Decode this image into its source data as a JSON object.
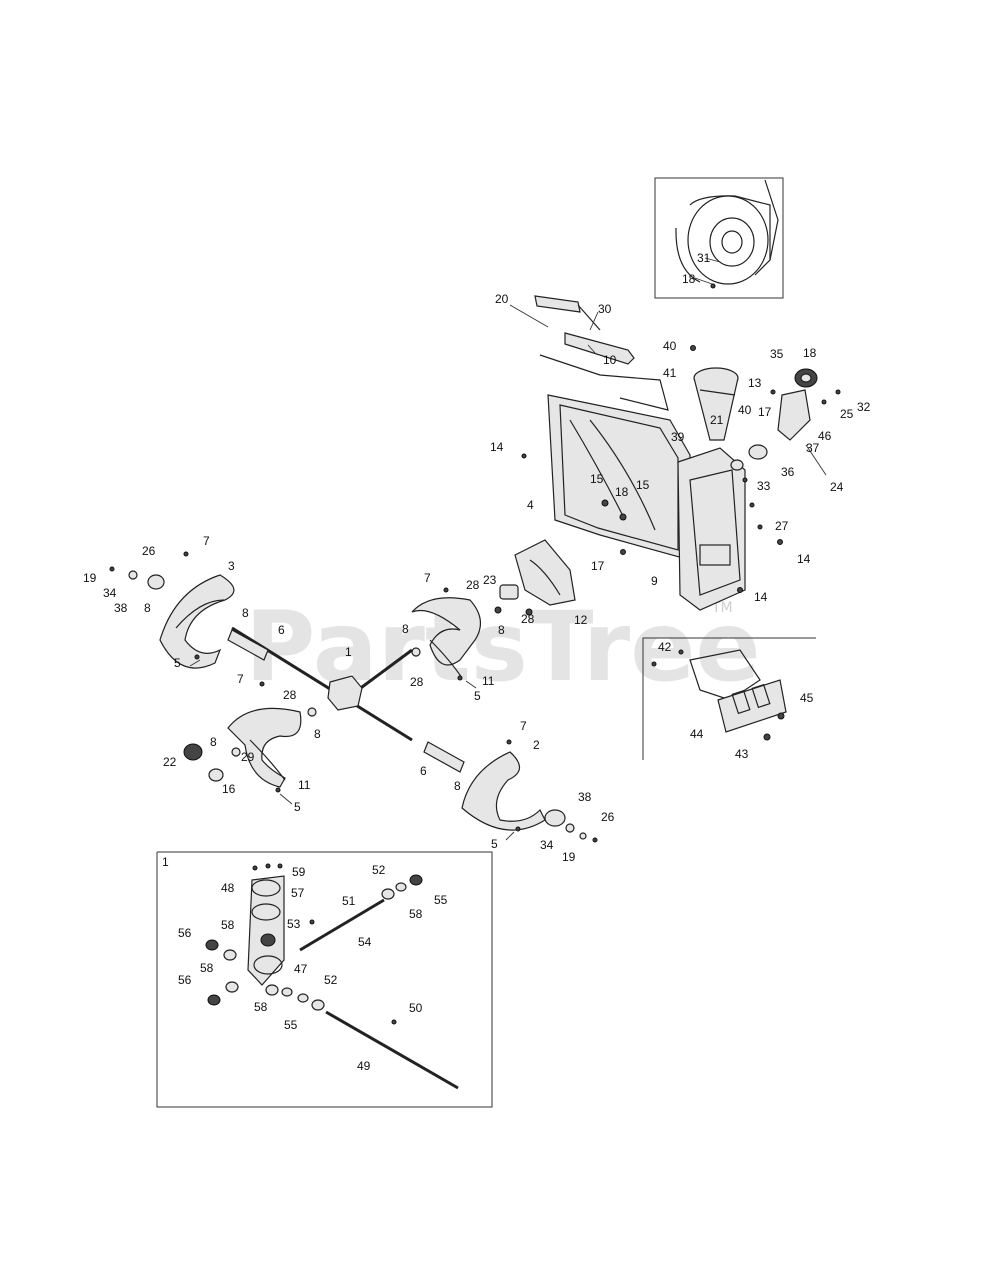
{
  "watermark": {
    "text": "PartsTree",
    "trademark": "TM"
  },
  "inset_box_label": "1",
  "callouts": {
    "top_inset": [
      "31",
      "18"
    ],
    "upper_right": [
      "20",
      "30",
      "10",
      "40",
      "41",
      "35",
      "18",
      "13",
      "40",
      "17",
      "21",
      "25",
      "32",
      "46",
      "37",
      "39",
      "36",
      "33",
      "24",
      "14",
      "15",
      "18",
      "15",
      "4",
      "27",
      "14",
      "28",
      "23",
      "17",
      "9",
      "14",
      "28",
      "12"
    ],
    "augers": [
      "7",
      "26",
      "3",
      "19",
      "34",
      "38",
      "8",
      "8",
      "6",
      "5",
      "1",
      "7",
      "28",
      "8",
      "8",
      "7",
      "8",
      "28",
      "11",
      "5",
      "8",
      "22",
      "29",
      "16",
      "11",
      "5",
      "6",
      "7",
      "2",
      "8",
      "38",
      "26",
      "5",
      "34",
      "19"
    ],
    "plate_inset": [
      "42",
      "45",
      "44",
      "43"
    ],
    "gearbox_inset": [
      "48",
      "59",
      "57",
      "52",
      "55",
      "51",
      "58",
      "53",
      "56",
      "58",
      "54",
      "47",
      "58",
      "52",
      "56",
      "58",
      "55",
      "50",
      "49"
    ]
  }
}
